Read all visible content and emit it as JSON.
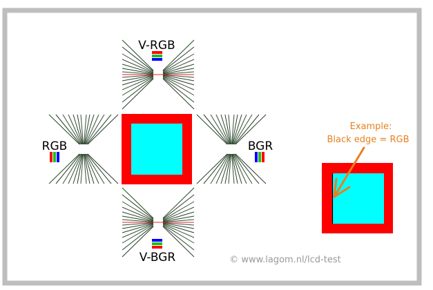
{
  "labels": {
    "top": "V-RGB",
    "left": "RGB",
    "right": "BGR",
    "bottom": "V-BGR"
  },
  "example": {
    "line1": "Example:",
    "line2": "Black edge = RGB"
  },
  "credit": "© www.lagom.nl/lcd-test",
  "colors": {
    "frame": "#bebebe",
    "red": "#ff0000",
    "cyan": "#00ffff",
    "accent": "#e8801e",
    "credit": "#999999"
  }
}
